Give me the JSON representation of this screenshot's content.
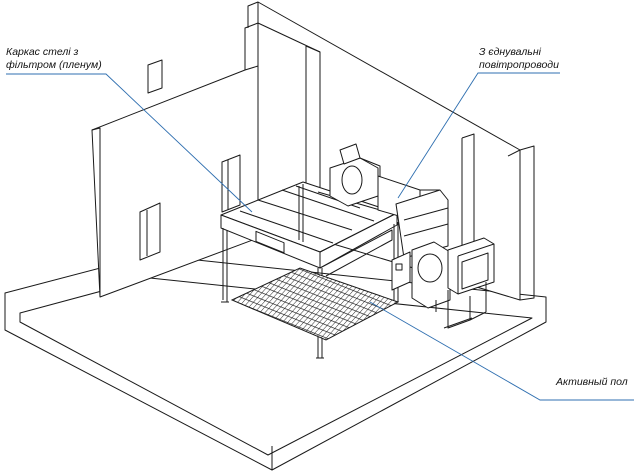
{
  "callouts": {
    "frame": {
      "line1": "Каркас стелі з",
      "line2": "фільтром (пленум)"
    },
    "ducts": {
      "line1": "З єднувальні",
      "line2": "повітропроводи"
    },
    "floor": {
      "line1": "Активный пол"
    }
  },
  "colors": {
    "leader": "#2f6fb0",
    "stroke": "#1a1a1a",
    "grate": "#222222",
    "background": "#ffffff"
  }
}
